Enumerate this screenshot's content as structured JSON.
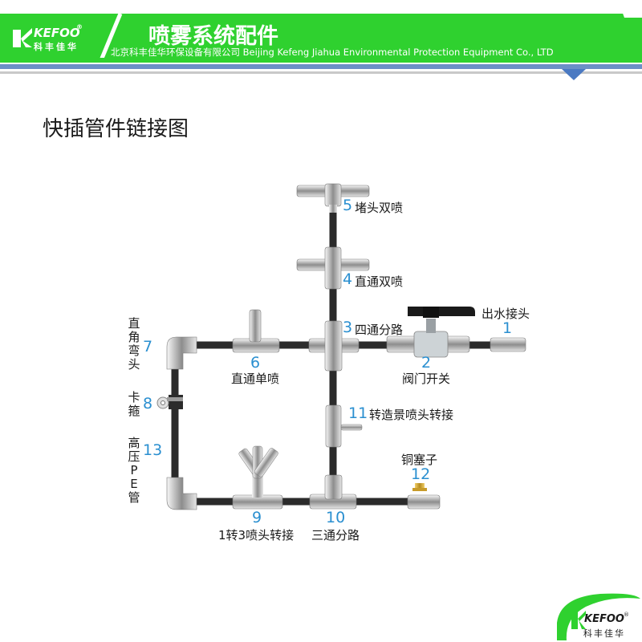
{
  "header": {
    "logo_text": "KEFOO",
    "logo_registered": "®",
    "logo_cn": "科丰佳华",
    "title": "喷雾系统配件",
    "company": "北京科丰佳华环保设备有限公司 Beijing Kefeng Jiahua Environmental Protection Equipment Co., LTD"
  },
  "page_title": "快插管件链接图",
  "parts": [
    {
      "num": "1",
      "label": "出水接头"
    },
    {
      "num": "2",
      "label": "阀门开关"
    },
    {
      "num": "3",
      "label": "四通分路"
    },
    {
      "num": "4",
      "label": "直通双喷"
    },
    {
      "num": "5",
      "label": "堵头双喷"
    },
    {
      "num": "6",
      "label": "直通单喷"
    },
    {
      "num": "7",
      "label": "直角弯头"
    },
    {
      "num": "8",
      "label": "卡箍"
    },
    {
      "num": "9",
      "label": "1转3喷头转接"
    },
    {
      "num": "10",
      "label": "三通分路"
    },
    {
      "num": "11",
      "label": "转造景喷头转接"
    },
    {
      "num": "12",
      "label": "铜塞子"
    },
    {
      "num": "13",
      "label": "高压PE管"
    }
  ],
  "footer_logo": {
    "text": "KEFOO",
    "registered": "®",
    "cn": "科丰佳华"
  },
  "colors": {
    "brand_green": "#2fd12f",
    "accent_blue": "#2a8fd0",
    "pipe": "#2b2b2b"
  }
}
